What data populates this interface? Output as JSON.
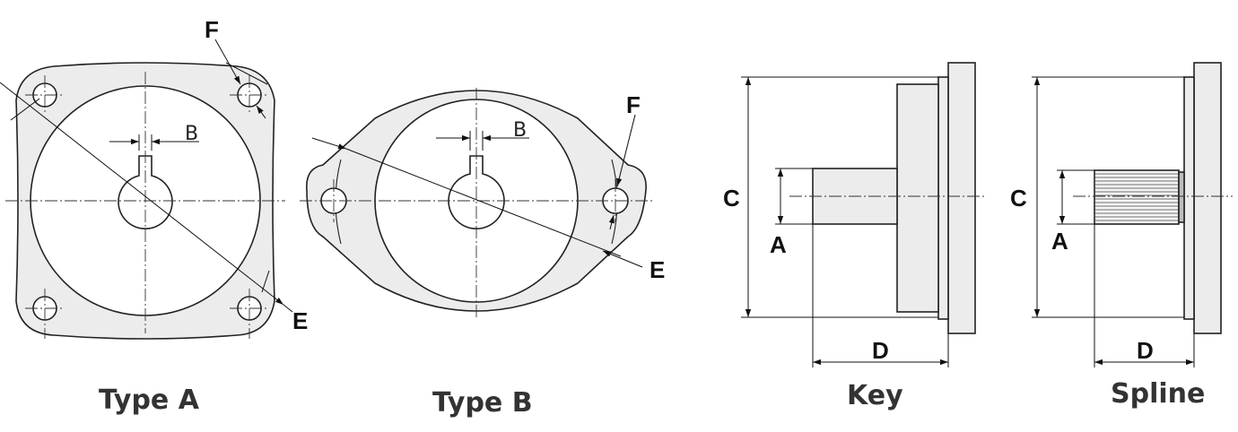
{
  "views": [
    {
      "id": "type-a",
      "caption": "Type A"
    },
    {
      "id": "type-b",
      "caption": "Type B"
    },
    {
      "id": "key",
      "caption": "Key"
    },
    {
      "id": "spline",
      "caption": "Spline"
    }
  ],
  "labels": {
    "a": "A",
    "b": "B",
    "c": "C",
    "d": "D",
    "e": "E",
    "f": "F"
  }
}
